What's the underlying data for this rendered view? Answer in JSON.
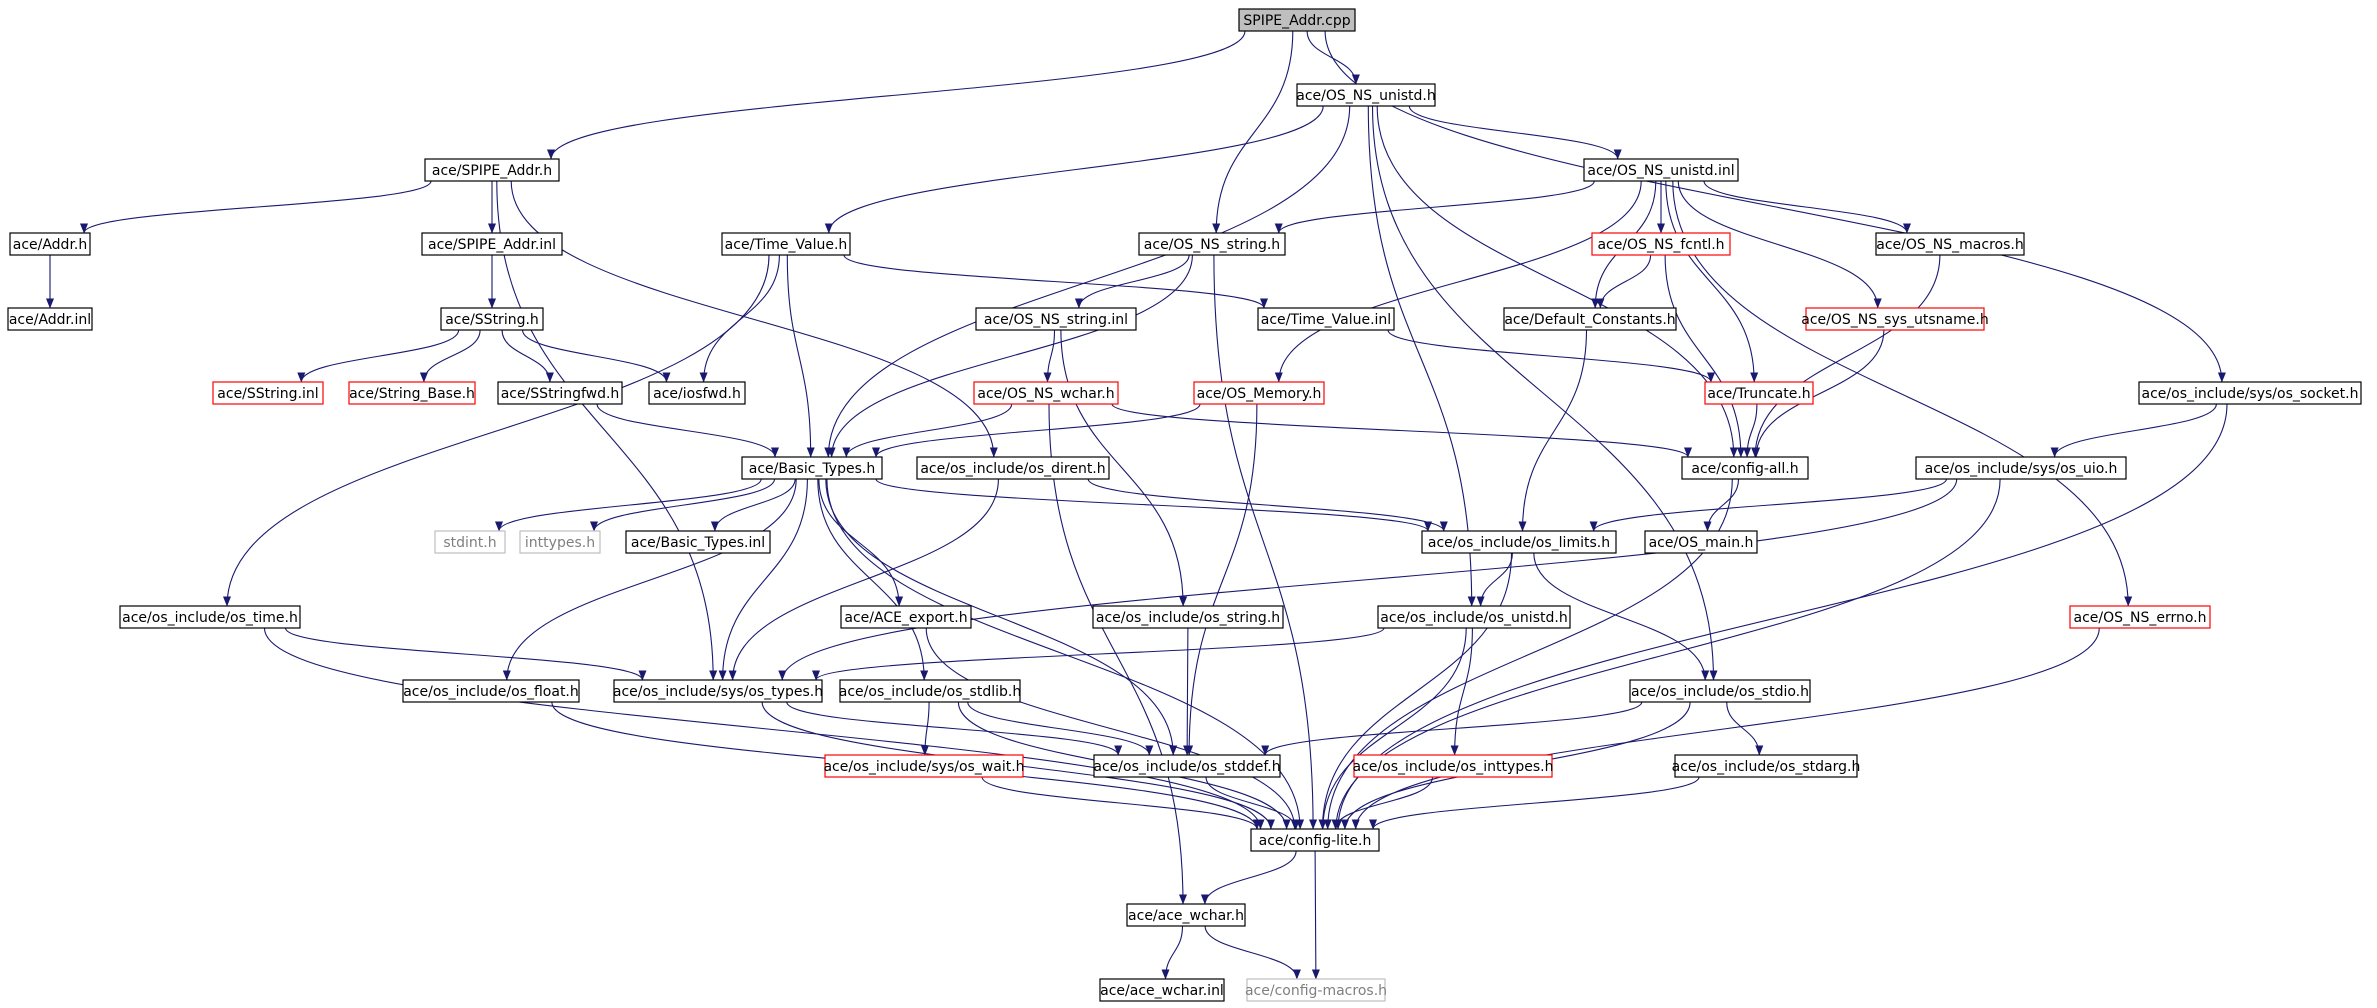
{
  "graph": {
    "edge_color": "#191970",
    "nodes": [
      {
        "id": "spipe_cpp",
        "label": "SPIPE_Addr.cpp",
        "style": "root"
      },
      {
        "id": "os_ns_unistd_h",
        "label": "ace/OS_NS_unistd.h",
        "style": "normal"
      },
      {
        "id": "spipe_h",
        "label": "ace/SPIPE_Addr.h",
        "style": "normal"
      },
      {
        "id": "os_ns_unistd_inl",
        "label": "ace/OS_NS_unistd.inl",
        "style": "normal"
      },
      {
        "id": "addr_h",
        "label": "ace/Addr.h",
        "style": "normal"
      },
      {
        "id": "spipe_inl",
        "label": "ace/SPIPE_Addr.inl",
        "style": "normal"
      },
      {
        "id": "time_value_h",
        "label": "ace/Time_Value.h",
        "style": "normal"
      },
      {
        "id": "os_ns_string_h",
        "label": "ace/OS_NS_string.h",
        "style": "normal"
      },
      {
        "id": "os_ns_fcntl_h",
        "label": "ace/OS_NS_fcntl.h",
        "style": "red"
      },
      {
        "id": "os_ns_macros_h",
        "label": "ace/OS_NS_macros.h",
        "style": "normal"
      },
      {
        "id": "addr_inl",
        "label": "ace/Addr.inl",
        "style": "normal"
      },
      {
        "id": "sstring_h",
        "label": "ace/SString.h",
        "style": "normal"
      },
      {
        "id": "os_ns_string_inl",
        "label": "ace/OS_NS_string.inl",
        "style": "normal"
      },
      {
        "id": "time_value_inl",
        "label": "ace/Time_Value.inl",
        "style": "normal"
      },
      {
        "id": "default_constants_h",
        "label": "ace/Default_Constants.h",
        "style": "normal"
      },
      {
        "id": "os_ns_sys_utsname_h",
        "label": "ace/OS_NS_sys_utsname.h",
        "style": "red"
      },
      {
        "id": "sstring_inl",
        "label": "ace/SString.inl",
        "style": "red"
      },
      {
        "id": "string_base_h",
        "label": "ace/String_Base.h",
        "style": "red"
      },
      {
        "id": "sstringfwd_h",
        "label": "ace/SStringfwd.h",
        "style": "normal"
      },
      {
        "id": "iosfwd_h",
        "label": "ace/iosfwd.h",
        "style": "normal"
      },
      {
        "id": "os_ns_wchar_h",
        "label": "ace/OS_NS_wchar.h",
        "style": "red"
      },
      {
        "id": "os_memory_h",
        "label": "ace/OS_Memory.h",
        "style": "red"
      },
      {
        "id": "truncate_h",
        "label": "ace/Truncate.h",
        "style": "red"
      },
      {
        "id": "os_socket_h",
        "label": "ace/os_include/sys/os_socket.h",
        "style": "normal"
      },
      {
        "id": "basic_types_h",
        "label": "ace/Basic_Types.h",
        "style": "normal"
      },
      {
        "id": "os_dirent_h",
        "label": "ace/os_include/os_dirent.h",
        "style": "normal"
      },
      {
        "id": "config_all_h",
        "label": "ace/config-all.h",
        "style": "normal"
      },
      {
        "id": "os_uio_h",
        "label": "ace/os_include/sys/os_uio.h",
        "style": "normal"
      },
      {
        "id": "stdint_h",
        "label": "stdint.h",
        "style": "gray"
      },
      {
        "id": "inttypes_h",
        "label": "inttypes.h",
        "style": "gray"
      },
      {
        "id": "basic_types_inl",
        "label": "ace/Basic_Types.inl",
        "style": "normal"
      },
      {
        "id": "os_limits_h",
        "label": "ace/os_include/os_limits.h",
        "style": "normal"
      },
      {
        "id": "os_main_h",
        "label": "ace/OS_main.h",
        "style": "normal"
      },
      {
        "id": "os_time_h",
        "label": "ace/os_include/os_time.h",
        "style": "normal"
      },
      {
        "id": "ace_export_h",
        "label": "ace/ACE_export.h",
        "style": "normal"
      },
      {
        "id": "os_string_h",
        "label": "ace/os_include/os_string.h",
        "style": "normal"
      },
      {
        "id": "os_unistd_h",
        "label": "ace/os_include/os_unistd.h",
        "style": "normal"
      },
      {
        "id": "os_ns_errno_h",
        "label": "ace/OS_NS_errno.h",
        "style": "red"
      },
      {
        "id": "os_float_h",
        "label": "ace/os_include/os_float.h",
        "style": "normal"
      },
      {
        "id": "os_types_h",
        "label": "ace/os_include/sys/os_types.h",
        "style": "normal"
      },
      {
        "id": "os_stdlib_h",
        "label": "ace/os_include/os_stdlib.h",
        "style": "normal"
      },
      {
        "id": "os_stdio_h",
        "label": "ace/os_include/os_stdio.h",
        "style": "normal"
      },
      {
        "id": "os_wait_h",
        "label": "ace/os_include/sys/os_wait.h",
        "style": "red"
      },
      {
        "id": "os_stddef_h",
        "label": "ace/os_include/os_stddef.h",
        "style": "normal"
      },
      {
        "id": "os_inttypes_h",
        "label": "ace/os_include/os_inttypes.h",
        "style": "red"
      },
      {
        "id": "os_stdarg_h",
        "label": "ace/os_include/os_stdarg.h",
        "style": "normal"
      },
      {
        "id": "config_lite_h",
        "label": "ace/config-lite.h",
        "style": "normal"
      },
      {
        "id": "ace_wchar_h",
        "label": "ace/ace_wchar.h",
        "style": "normal"
      },
      {
        "id": "ace_wchar_inl",
        "label": "ace/ace_wchar.inl",
        "style": "normal"
      },
      {
        "id": "config_macros_h",
        "label": "ace/config-macros.h",
        "style": "gray"
      }
    ],
    "edges": [
      [
        "spipe_cpp",
        "os_ns_unistd_h"
      ],
      [
        "spipe_cpp",
        "spipe_h"
      ],
      [
        "spipe_cpp",
        "os_ns_string_h"
      ],
      [
        "spipe_cpp",
        "os_socket_h"
      ],
      [
        "os_ns_unistd_h",
        "os_ns_unistd_inl"
      ],
      [
        "os_ns_unistd_h",
        "time_value_h"
      ],
      [
        "os_ns_unistd_h",
        "basic_types_h"
      ],
      [
        "os_ns_unistd_h",
        "config_all_h"
      ],
      [
        "os_ns_unistd_h",
        "os_unistd_h"
      ],
      [
        "os_ns_unistd_h",
        "os_stdio_h"
      ],
      [
        "spipe_h",
        "addr_h"
      ],
      [
        "spipe_h",
        "spipe_inl"
      ],
      [
        "spipe_h",
        "os_dirent_h"
      ],
      [
        "spipe_h",
        "os_types_h"
      ],
      [
        "addr_h",
        "addr_inl"
      ],
      [
        "spipe_inl",
        "sstring_h"
      ],
      [
        "os_ns_unistd_inl",
        "os_ns_string_h"
      ],
      [
        "os_ns_unistd_inl",
        "os_ns_fcntl_h"
      ],
      [
        "os_ns_unistd_inl",
        "os_ns_macros_h"
      ],
      [
        "os_ns_unistd_inl",
        "default_constants_h"
      ],
      [
        "os_ns_unistd_inl",
        "os_ns_sys_utsname_h"
      ],
      [
        "os_ns_unistd_inl",
        "truncate_h"
      ],
      [
        "os_ns_unistd_inl",
        "os_memory_h"
      ],
      [
        "os_ns_unistd_inl",
        "os_ns_errno_h"
      ],
      [
        "time_value_h",
        "time_value_inl"
      ],
      [
        "time_value_h",
        "iosfwd_h"
      ],
      [
        "time_value_h",
        "basic_types_h"
      ],
      [
        "time_value_h",
        "os_time_h"
      ],
      [
        "os_ns_string_h",
        "os_ns_string_inl"
      ],
      [
        "os_ns_string_h",
        "basic_types_h"
      ],
      [
        "os_ns_string_h",
        "config_lite_h"
      ],
      [
        "os_ns_fcntl_h",
        "default_constants_h"
      ],
      [
        "os_ns_fcntl_h",
        "config_all_h"
      ],
      [
        "os_ns_macros_h",
        "config_all_h"
      ],
      [
        "sstring_h",
        "sstring_inl"
      ],
      [
        "sstring_h",
        "string_base_h"
      ],
      [
        "sstring_h",
        "sstringfwd_h"
      ],
      [
        "sstring_h",
        "iosfwd_h"
      ],
      [
        "os_ns_string_inl",
        "os_ns_wchar_h"
      ],
      [
        "os_ns_string_inl",
        "os_string_h"
      ],
      [
        "time_value_inl",
        "truncate_h"
      ],
      [
        "default_constants_h",
        "os_limits_h"
      ],
      [
        "os_ns_sys_utsname_h",
        "config_all_h"
      ],
      [
        "sstringfwd_h",
        "basic_types_h"
      ],
      [
        "os_ns_wchar_h",
        "basic_types_h"
      ],
      [
        "os_ns_wchar_h",
        "config_all_h"
      ],
      [
        "os_ns_wchar_h",
        "ace_wchar_h"
      ],
      [
        "os_memory_h",
        "basic_types_h"
      ],
      [
        "os_memory_h",
        "os_stddef_h"
      ],
      [
        "truncate_h",
        "config_all_h"
      ],
      [
        "os_socket_h",
        "os_uio_h"
      ],
      [
        "os_socket_h",
        "config_lite_h"
      ],
      [
        "basic_types_h",
        "stdint_h"
      ],
      [
        "basic_types_h",
        "inttypes_h"
      ],
      [
        "basic_types_h",
        "basic_types_inl"
      ],
      [
        "basic_types_h",
        "os_limits_h"
      ],
      [
        "basic_types_h",
        "ace_export_h"
      ],
      [
        "basic_types_h",
        "os_float_h"
      ],
      [
        "basic_types_h",
        "os_types_h"
      ],
      [
        "basic_types_h",
        "os_stdlib_h"
      ],
      [
        "basic_types_h",
        "os_stddef_h"
      ],
      [
        "basic_types_h",
        "config_lite_h"
      ],
      [
        "os_dirent_h",
        "os_limits_h"
      ],
      [
        "os_dirent_h",
        "os_types_h"
      ],
      [
        "config_all_h",
        "os_main_h"
      ],
      [
        "config_all_h",
        "config_lite_h"
      ],
      [
        "os_uio_h",
        "os_limits_h"
      ],
      [
        "os_uio_h",
        "os_types_h"
      ],
      [
        "os_uio_h",
        "config_lite_h"
      ],
      [
        "os_limits_h",
        "os_unistd_h"
      ],
      [
        "os_limits_h",
        "os_stdio_h"
      ],
      [
        "os_limits_h",
        "config_lite_h"
      ],
      [
        "os_time_h",
        "os_types_h"
      ],
      [
        "os_time_h",
        "config_lite_h"
      ],
      [
        "ace_export_h",
        "config_lite_h"
      ],
      [
        "os_string_h",
        "os_stddef_h"
      ],
      [
        "os_unistd_h",
        "os_types_h"
      ],
      [
        "os_unistd_h",
        "os_inttypes_h"
      ],
      [
        "os_unistd_h",
        "config_lite_h"
      ],
      [
        "os_ns_errno_h",
        "config_lite_h"
      ],
      [
        "os_float_h",
        "config_lite_h"
      ],
      [
        "os_types_h",
        "os_stddef_h"
      ],
      [
        "os_types_h",
        "config_lite_h"
      ],
      [
        "os_stdlib_h",
        "os_wait_h"
      ],
      [
        "os_stdlib_h",
        "os_stddef_h"
      ],
      [
        "os_stdlib_h",
        "config_lite_h"
      ],
      [
        "os_stdio_h",
        "os_stdarg_h"
      ],
      [
        "os_stdio_h",
        "os_stddef_h"
      ],
      [
        "os_stdio_h",
        "config_lite_h"
      ],
      [
        "os_wait_h",
        "config_lite_h"
      ],
      [
        "os_stddef_h",
        "config_lite_h"
      ],
      [
        "os_inttypes_h",
        "config_lite_h"
      ],
      [
        "os_stdarg_h",
        "config_lite_h"
      ],
      [
        "config_lite_h",
        "ace_wchar_h"
      ],
      [
        "config_lite_h",
        "config_macros_h"
      ],
      [
        "ace_wchar_h",
        "ace_wchar_inl"
      ],
      [
        "ace_wchar_h",
        "config_macros_h"
      ]
    ]
  }
}
